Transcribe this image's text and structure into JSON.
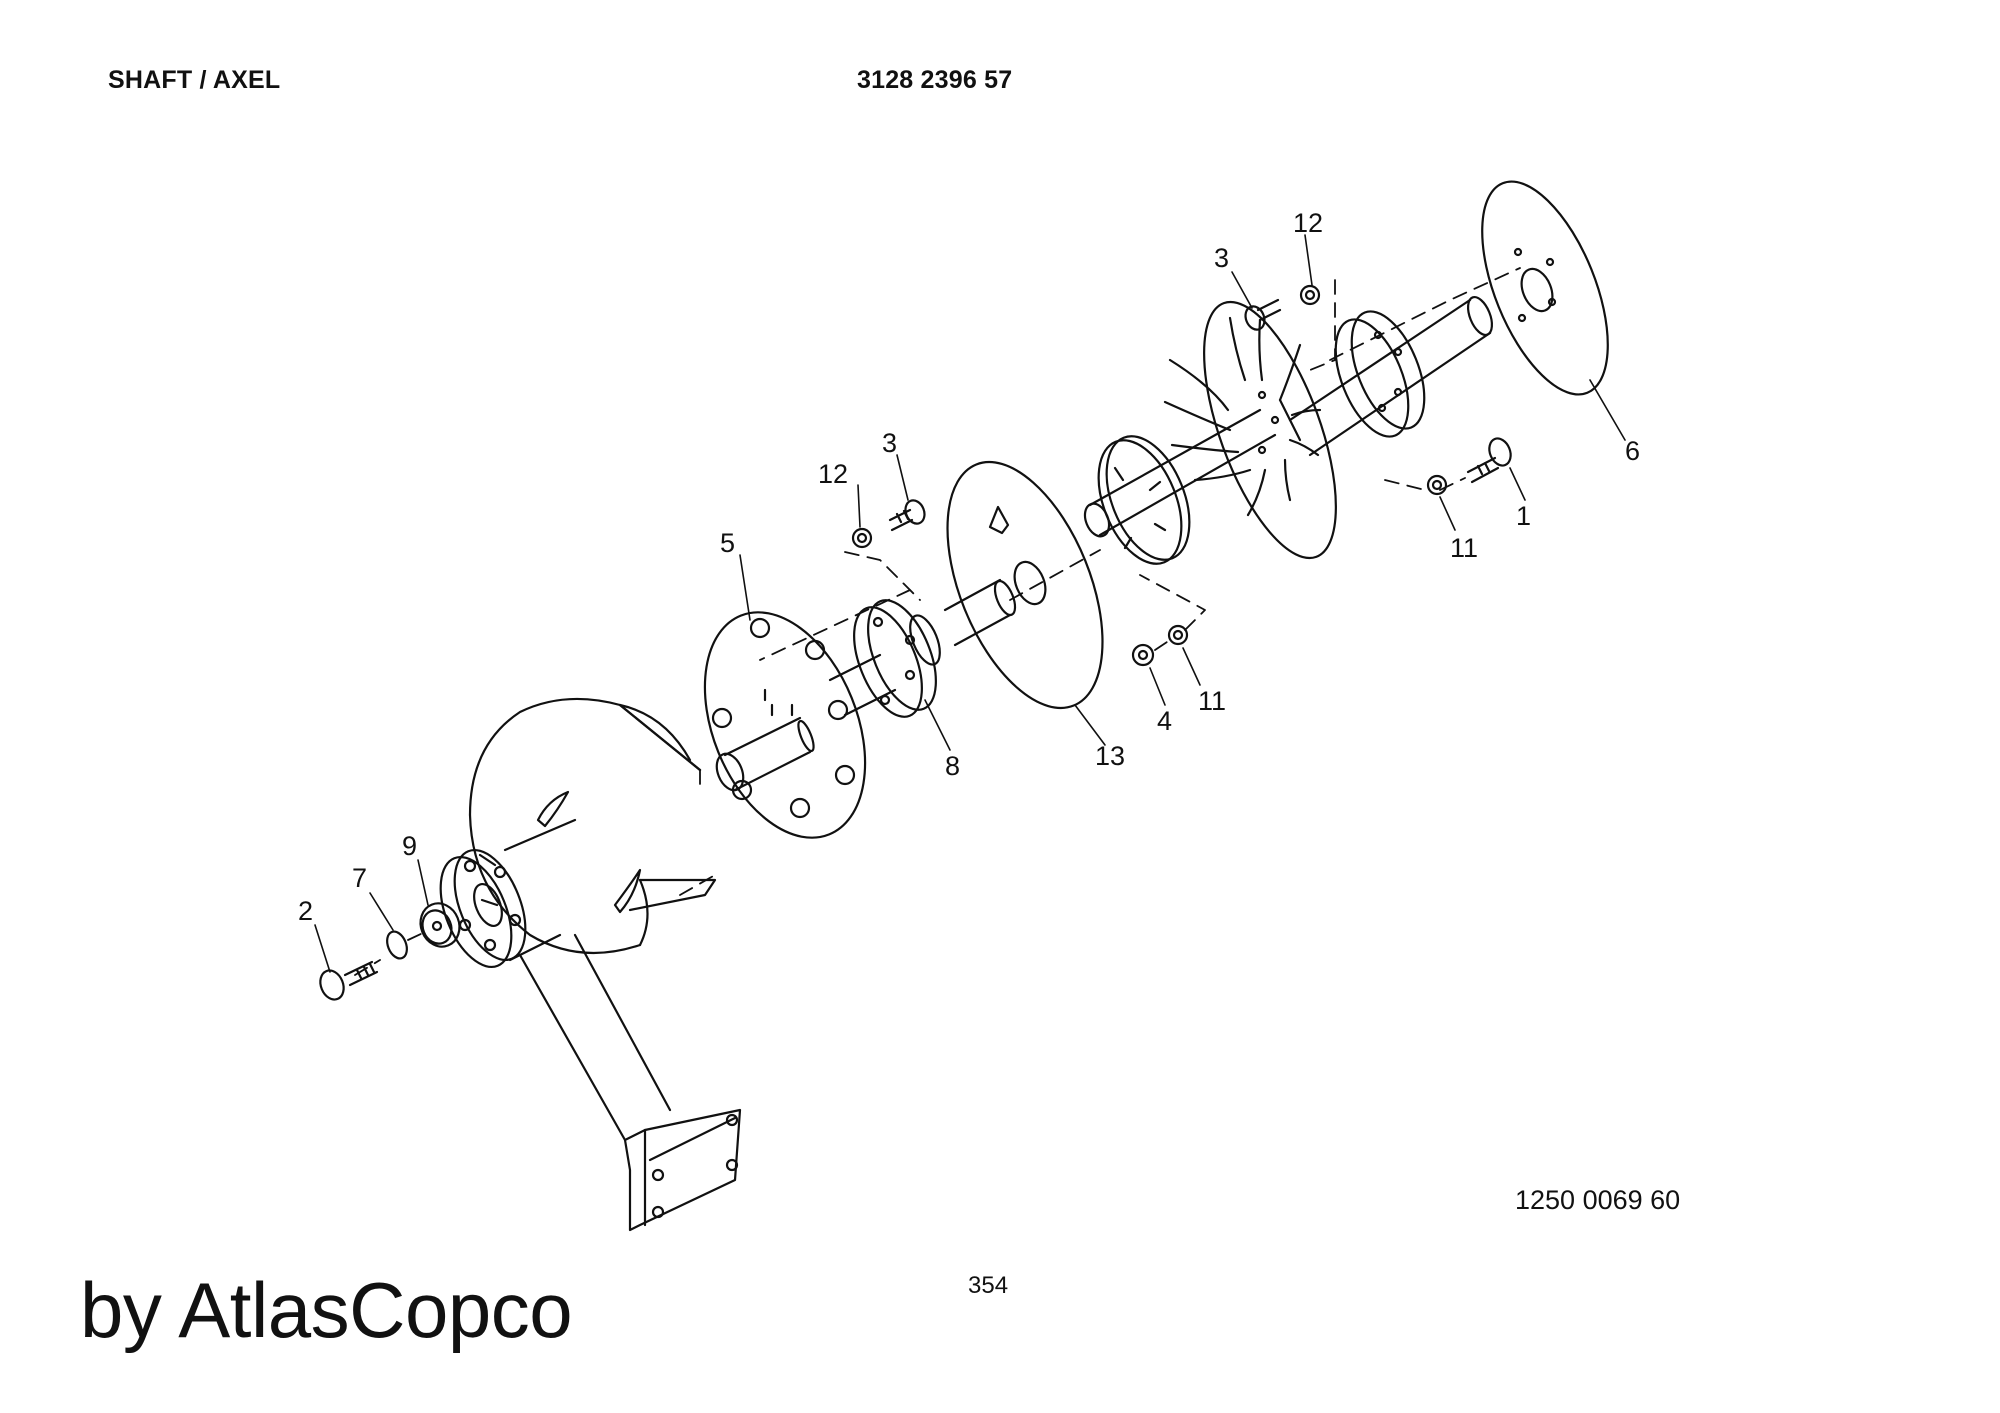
{
  "header": {
    "title": "SHAFT / AXEL",
    "part_number": "3128 2396 57"
  },
  "diagram": {
    "callouts": [
      {
        "id": "c12a",
        "label": "12"
      },
      {
        "id": "c3a",
        "label": "3"
      },
      {
        "id": "c6",
        "label": "6"
      },
      {
        "id": "c1",
        "label": "1"
      },
      {
        "id": "c11a",
        "label": "11"
      },
      {
        "id": "c3b",
        "label": "3"
      },
      {
        "id": "c12b",
        "label": "12"
      },
      {
        "id": "c5",
        "label": "5"
      },
      {
        "id": "c8",
        "label": "8"
      },
      {
        "id": "c13",
        "label": "13"
      },
      {
        "id": "c4",
        "label": "4"
      },
      {
        "id": "c11b",
        "label": "11"
      },
      {
        "id": "c9",
        "label": "9"
      },
      {
        "id": "c7",
        "label": "7"
      },
      {
        "id": "c2",
        "label": "2"
      }
    ]
  },
  "footer": {
    "figure_number": "1250 0069 60",
    "page_number": "354",
    "brand": "by AtlasCopco"
  }
}
